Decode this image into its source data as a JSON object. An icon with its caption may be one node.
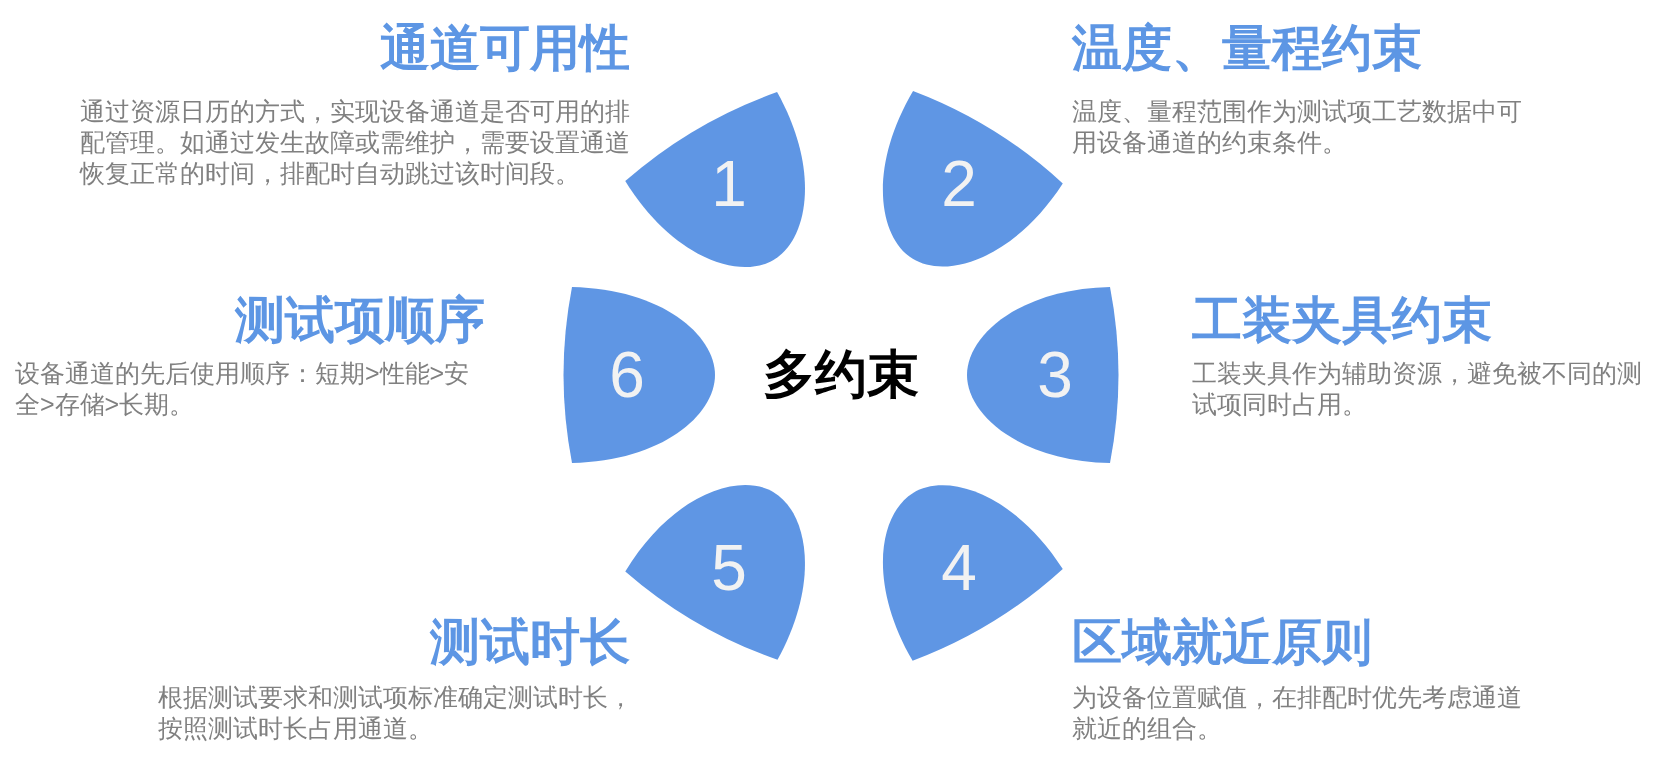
{
  "diagram": {
    "nodes": [
      {
        "text": [
          "1"
        ],
        "beside": [
          "通道可用性",
          "通过资源日历的方式，实现设备通道是否可用的排配管理。如通过发生故障或需维护，需要设置通道恢复正常的时间，排配时自动跳过该时间段。"
        ]
      },
      {
        "text": [
          "2"
        ],
        "beside": [
          "温度、量程约束",
          "温度、量程范围作为测试项工艺数据中可用设备通道的约束条件。"
        ]
      },
      {
        "text": [
          "3"
        ],
        "beside": [
          "工装夹具约束",
          "工装夹具作为辅助资源，避免被不同的测试项同时占用。"
        ]
      },
      {
        "text": [
          "4"
        ],
        "beside": [
          "区域就近原则",
          "为设备位置赋值，在排配时优先考虑通道就近的组合。"
        ]
      },
      {
        "text": [
          "5"
        ],
        "beside": [
          "测试时长",
          "根据测试要求和测试项标准确定测试时长，按照测试时长占用通道。"
        ]
      },
      {
        "text": [
          "6"
        ],
        "beside": [
          "测试项顺序",
          "设备通道的先后使用顺序：短期>性能>安全>存储>长期。"
        ]
      }
    ],
    "labels": [
      "多约束"
    ]
  }
}
